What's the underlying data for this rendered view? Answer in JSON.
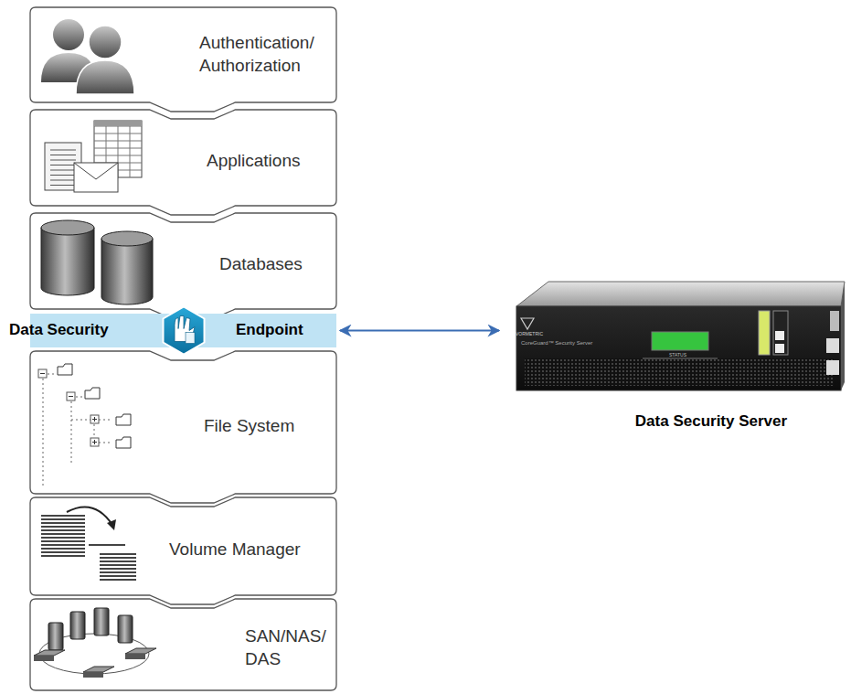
{
  "diagram": {
    "nodes": [
      {
        "text": [
          "Authentication/ Authorization"
        ]
      },
      {
        "text": [
          "Applications"
        ]
      },
      {
        "text": [
          "Databases"
        ]
      },
      {
        "text": [
          "Data Security",
          "Endpoint"
        ]
      },
      {
        "text": [
          "File System"
        ]
      },
      {
        "text": [
          "Volume Manager"
        ]
      },
      {
        "text": [
          "SAN/NAS/ DAS"
        ]
      },
      {
        "text": [
          "Data Security Server"
        ]
      }
    ],
    "edges": [
      {
        "from": 3,
        "to": 7,
        "arrow": "both"
      }
    ],
    "labels": [
      "VORMETRIC",
      "CoreGuard™ Security Server",
      "STATUS"
    ]
  }
}
